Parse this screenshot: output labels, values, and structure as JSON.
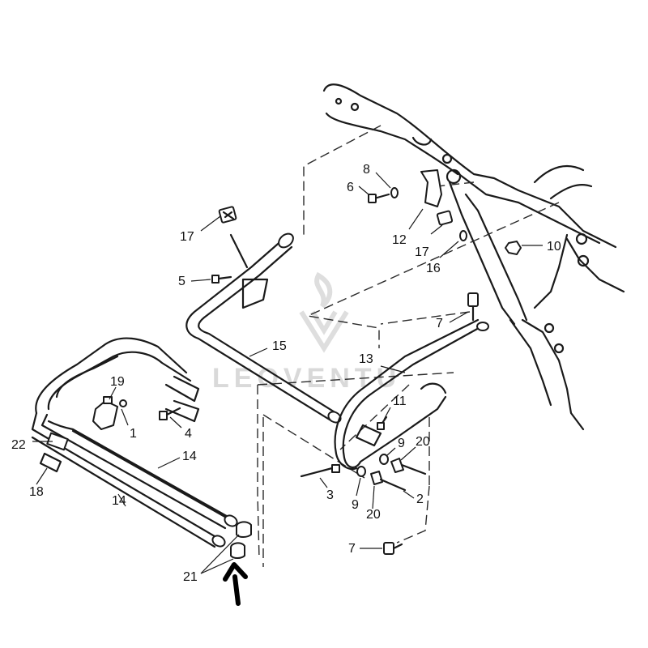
{
  "watermark": {
    "text": "LEOVENTU"
  },
  "callouts": {
    "c1": "1",
    "c2": "2",
    "c3": "3",
    "c4": "4",
    "c5": "5",
    "c6": "6",
    "c7a": "7",
    "c7b": "7",
    "c8": "8",
    "c9a": "9",
    "c9b": "9",
    "c10": "10",
    "c11": "11",
    "c12": "12",
    "c13": "13",
    "c14a": "14",
    "c14b": "14",
    "c15": "15",
    "c16": "16",
    "c17a": "17",
    "c17b": "17",
    "c18": "18",
    "c19": "19",
    "c20a": "20",
    "c20b": "20",
    "c21": "21",
    "c22": "22"
  },
  "icons": {
    "indicator": "arrow-up-icon"
  },
  "colors": {
    "line": "#1a1a1a",
    "watermark": "#d9d9d9"
  }
}
